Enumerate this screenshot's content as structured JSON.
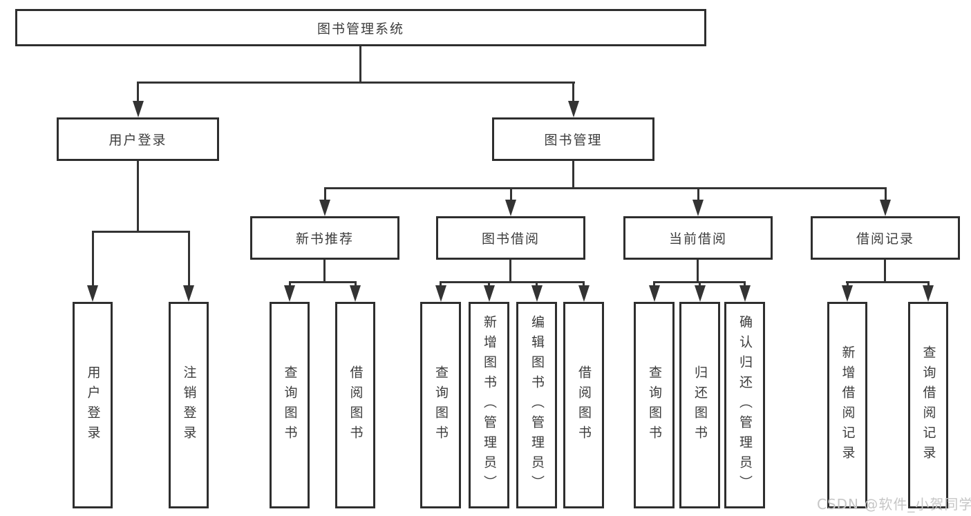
{
  "diagram": {
    "root": {
      "label": "图书管理系统"
    },
    "level1": [
      {
        "id": "user-login",
        "label": "用户登录"
      },
      {
        "id": "book-management",
        "label": "图书管理"
      }
    ],
    "level2": [
      {
        "id": "new-book-recommend",
        "label": "新书推荐"
      },
      {
        "id": "book-borrow",
        "label": "图书借阅"
      },
      {
        "id": "current-borrow",
        "label": "当前借阅"
      },
      {
        "id": "borrow-record",
        "label": "借阅记录"
      }
    ],
    "leaves": {
      "user_login": [
        "用户登录",
        "注销登录"
      ],
      "new_book_recommend": [
        "查询图书",
        "借阅图书"
      ],
      "book_borrow": [
        "查询图书",
        "新增图书（管理员）",
        "编辑图书（管理员）",
        "借阅图书"
      ],
      "current_borrow": [
        "查询图书",
        "归还图书",
        "确认归还（管理员）"
      ],
      "borrow_record": [
        "新增借阅记录",
        "查询借阅记录"
      ]
    }
  },
  "watermark": {
    "text": "CSDN @软件_小贺同学"
  },
  "colors": {
    "line": "#333333",
    "border": "#2e2e2e",
    "text": "#3c3c3c",
    "background": "#ffffff",
    "watermark": "#c6c6c6"
  }
}
